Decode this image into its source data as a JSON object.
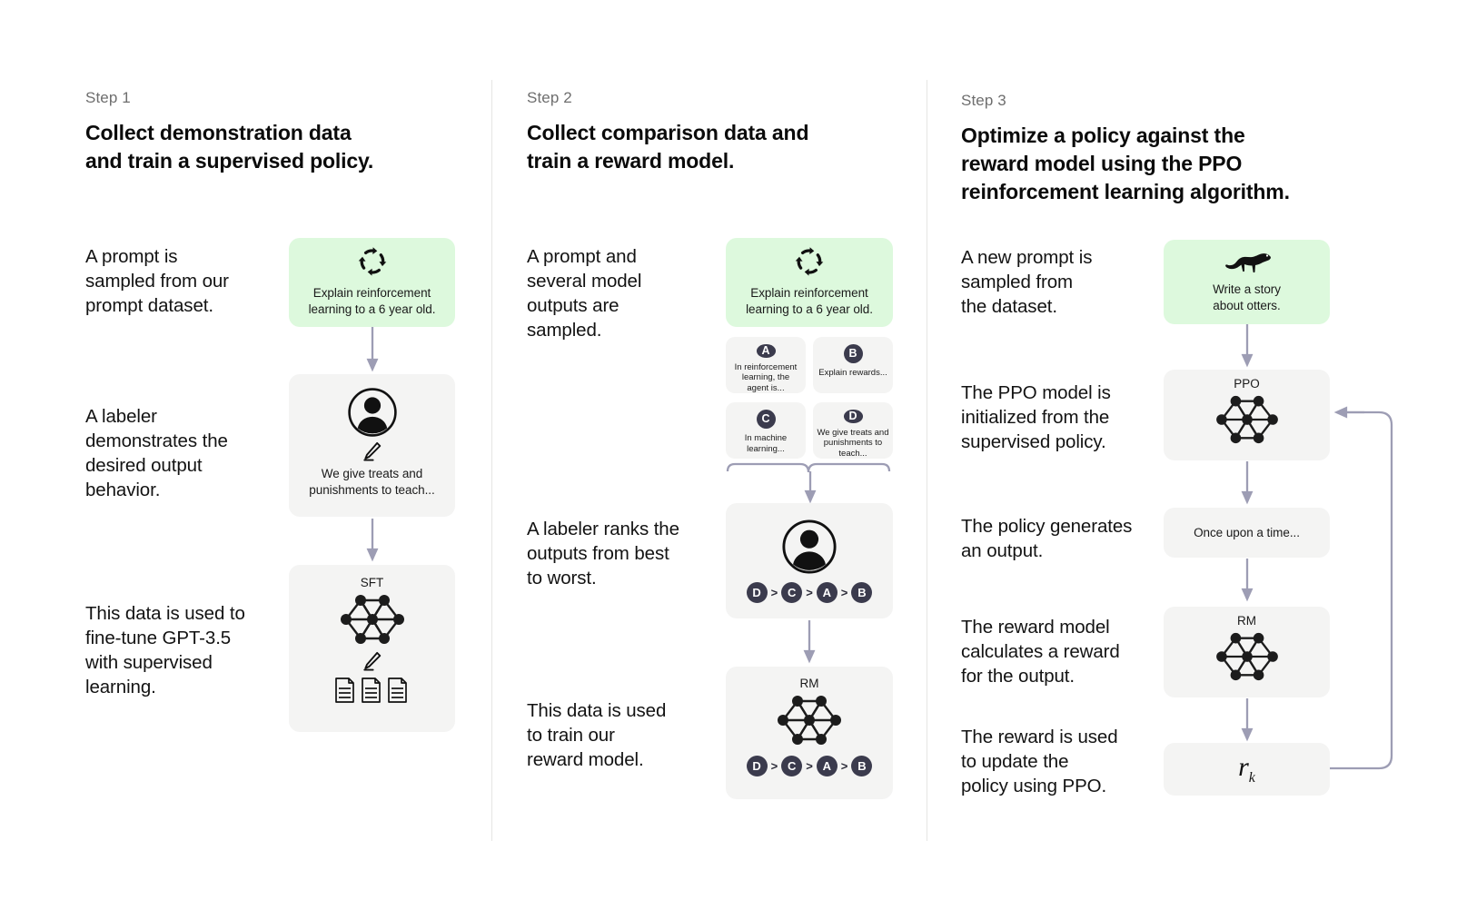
{
  "diagram": {
    "title": "RLHF three step training diagram",
    "accent_green": "#ddf9dd",
    "accent_gray": "#f4f4f3",
    "arrow_color": "#9d9db4",
    "badge_color": "#3b3b4d"
  },
  "steps": [
    {
      "label": "Step 1",
      "title": "Collect demonstration data\nand train a supervised policy.",
      "descriptions": [
        "A prompt is\nsampled from our\nprompt dataset.",
        "A labeler\ndemonstrates the\ndesired output\nbehavior.",
        "This data is used to\nfine-tune GPT-3.5\nwith supervised\nlearning."
      ],
      "prompt_box": {
        "icon": "refresh-cycle-icon",
        "text": "Explain reinforcement\nlearning to a 6 year old."
      },
      "labeler_box": {
        "icon": "person-circle-icon",
        "pencil": "pencil-icon",
        "text": "We give treats and\npunishments to teach..."
      },
      "model_box": {
        "caption": "SFT",
        "icon": "neural-network-icon",
        "pencil": "pencil-icon",
        "docs": "documents-icon"
      }
    },
    {
      "label": "Step 2",
      "title": "Collect comparison data and\ntrain a reward model.",
      "descriptions": [
        "A prompt and\nseveral model\noutputs are\nsampled.",
        "A labeler ranks the\noutputs from best\nto worst.",
        "This data is used\nto train our\nreward model."
      ],
      "prompt_box": {
        "icon": "refresh-cycle-icon",
        "text": "Explain reinforcement\nlearning to a 6 year old."
      },
      "options": [
        {
          "badge": "A",
          "text": "In reinforcement\nlearning, the\nagent is..."
        },
        {
          "badge": "B",
          "text": "Explain rewards..."
        },
        {
          "badge": "C",
          "text": "In machine\nlearning..."
        },
        {
          "badge": "D",
          "text": "We give treats and\npunishments to\nteach..."
        }
      ],
      "ranking_box": {
        "icon": "person-circle-icon",
        "ranking": [
          "D",
          "C",
          "A",
          "B"
        ],
        "separator": ">"
      },
      "reward_model_box": {
        "caption": "RM",
        "icon": "neural-network-icon",
        "ranking": [
          "D",
          "C",
          "A",
          "B"
        ],
        "separator": ">"
      }
    },
    {
      "label": "Step 3",
      "title": "Optimize a policy against the\nreward model using the PPO\nreinforcement learning algorithm.",
      "descriptions": [
        "A new prompt is\nsampled from\nthe dataset.",
        "The PPO model is\ninitialized from the\nsupervised policy.",
        "The policy generates\nan output.",
        "The reward model\ncalculates a reward\nfor the output.",
        "The reward is used\nto update the\npolicy using PPO."
      ],
      "prompt_box": {
        "icon": "otter-icon",
        "text": "Write a story\nabout otters."
      },
      "ppo_box": {
        "caption": "PPO",
        "icon": "neural-network-icon"
      },
      "output_box": {
        "text": "Once upon a time..."
      },
      "rm_box": {
        "caption": "RM",
        "icon": "neural-network-icon"
      },
      "reward_box": {
        "symbol": "r",
        "subscript": "k"
      },
      "feedback_loop": "update-loop-arrow"
    }
  ]
}
